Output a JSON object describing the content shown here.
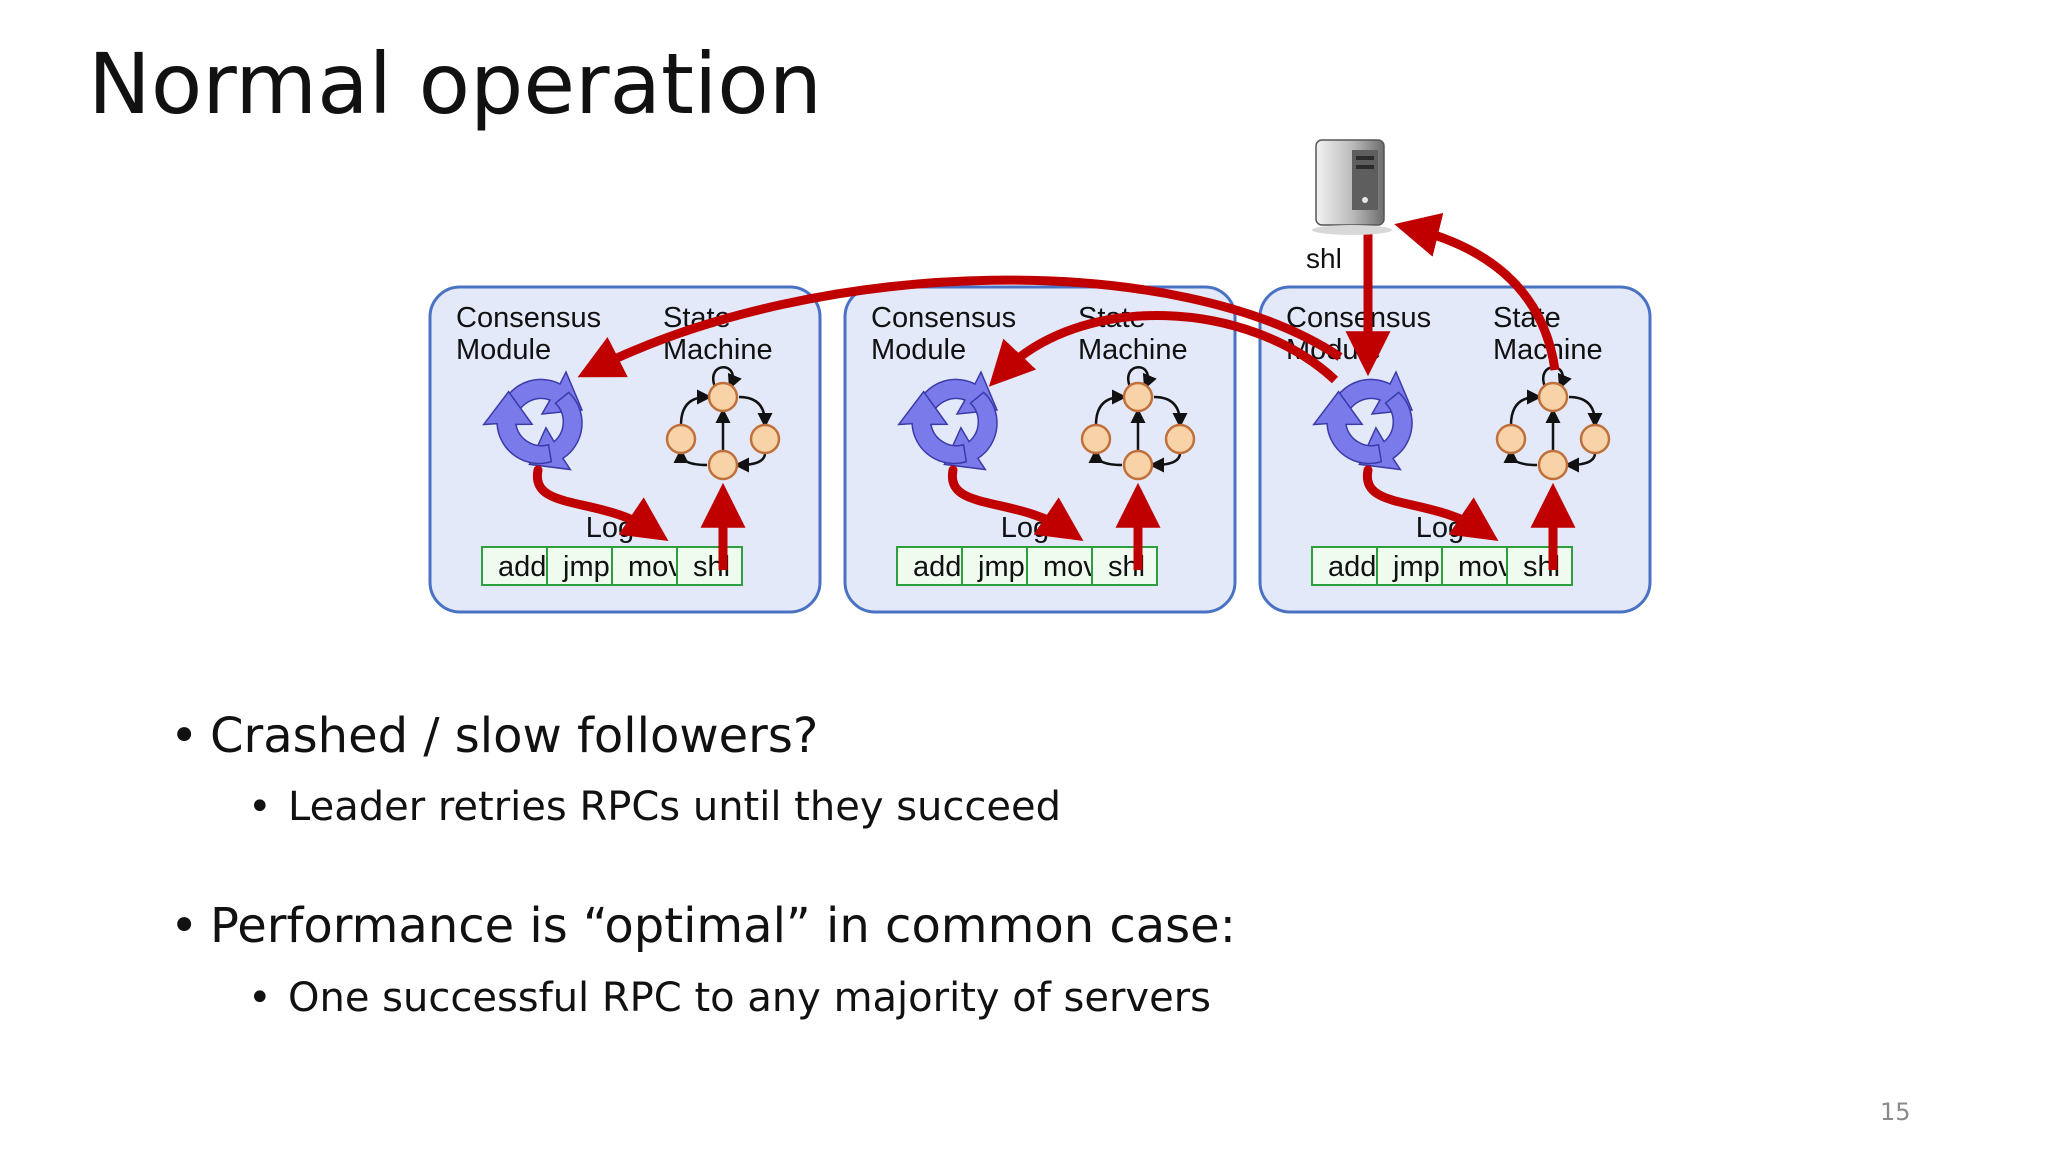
{
  "slide": {
    "title": "Normal operation",
    "page_number": "15"
  },
  "client": {
    "label": "shl"
  },
  "servers": [
    {
      "consensus_label": [
        "Consensus",
        "Module"
      ],
      "state_label": [
        "State",
        "Machine"
      ],
      "log_label": "Log",
      "log_entries": [
        "add",
        "jmp",
        "mov",
        "shl"
      ]
    },
    {
      "consensus_label": [
        "Consensus",
        "Module"
      ],
      "state_label": [
        "State",
        "Machine"
      ],
      "log_label": "Log",
      "log_entries": [
        "add",
        "jmp",
        "mov",
        "shl"
      ]
    },
    {
      "consensus_label": [
        "Consensus",
        "Module"
      ],
      "state_label": [
        "State",
        "Machine"
      ],
      "log_label": "Log",
      "log_entries": [
        "add",
        "jmp",
        "mov",
        "shl"
      ]
    }
  ],
  "bullets": [
    {
      "text": "Crashed / slow followers?",
      "sub": "Leader retries RPCs until they succeed"
    },
    {
      "text": "Performance is “optimal” in common case:",
      "sub": "One successful RPC to any majority of servers"
    }
  ],
  "colors": {
    "server_fill": "#e4e9fa",
    "server_border": "#4a72c4",
    "arrow": "#c00000",
    "consensus_icon": "#7a7aea",
    "state_node_fill": "#f8d3a8",
    "state_node_stroke": "#c0703a",
    "log_border": "#2e9e3e",
    "log_fill": "#f0fbf0"
  },
  "icons": {
    "consensus": "recycle-arrows-icon",
    "state_machine": "state-graph-icon",
    "client": "computer-tower-icon"
  }
}
